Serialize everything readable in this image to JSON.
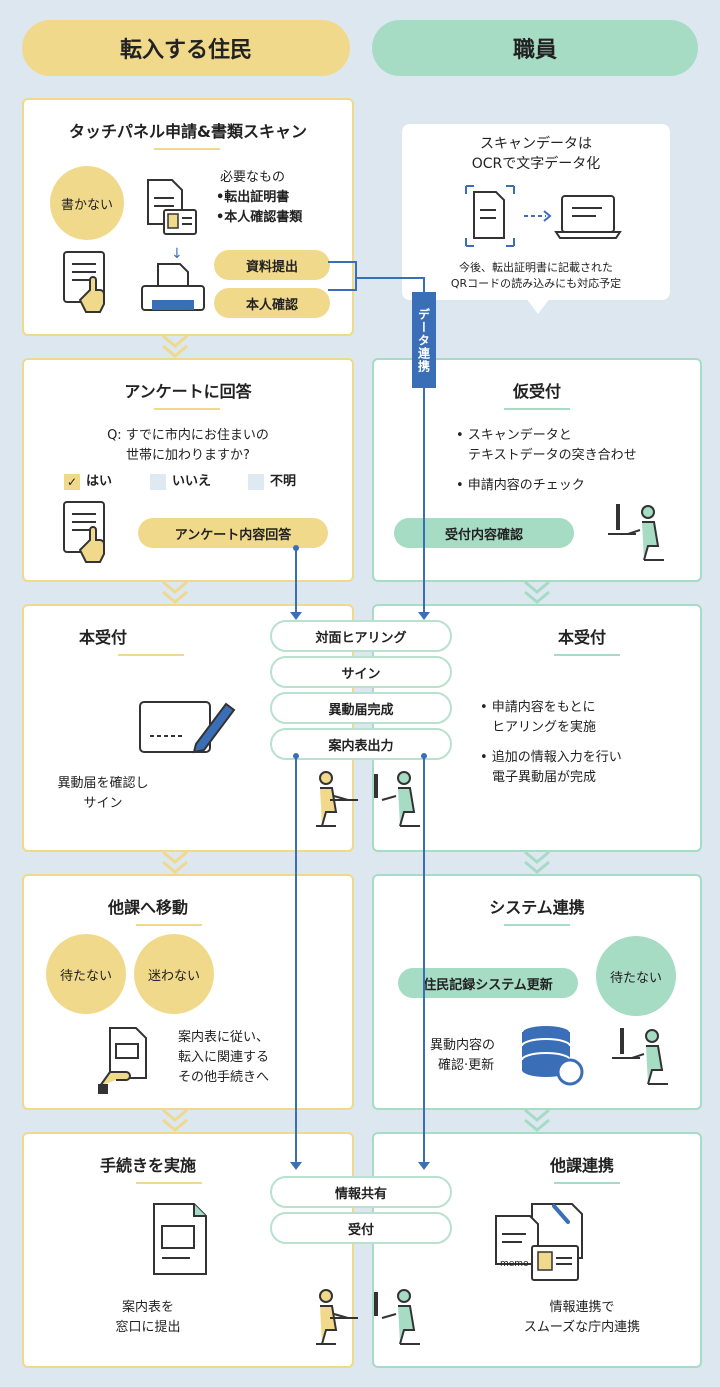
{
  "headers": {
    "resident": "転入する住民",
    "staff": "職員"
  },
  "touch_panel": {
    "title": "タッチパネル申請&書類スキャン",
    "bubble": "書かない",
    "required_label": "必要なもの",
    "required_items": [
      "•転出証明書",
      "•本人確認書類"
    ],
    "pill_docs": "資料提出",
    "pill_id": "本人確認"
  },
  "ocr": {
    "line1": "スキャンデータは",
    "line2": "OCRで文字データ化",
    "note1": "今後、転出証明書に記載された",
    "note2": "QRコードの読み込みにも対応予定"
  },
  "data_link": "データ連携",
  "survey": {
    "title": "アンケートに回答",
    "question1": "Q: すでに市内にお住まいの",
    "question2": "世帯に加わりますか?",
    "options": [
      "はい",
      "いいえ",
      "不明"
    ],
    "pill": "アンケート内容回答"
  },
  "provisional": {
    "title": "仮受付",
    "bullet1a": "• スキャンデータと",
    "bullet1b": "テキストデータの突き合わせ",
    "bullet2": "• 申請内容のチェック",
    "pill": "受付内容確認"
  },
  "main_res": {
    "title": "本受付",
    "caption1": "異動届を確認し",
    "caption2": "サイン"
  },
  "main_staff": {
    "title": "本受付",
    "bullet1a": "• 申請内容をもとに",
    "bullet1b": "ヒアリングを実施",
    "bullet2a": "• 追加の情報入力を行い",
    "bullet2b": "電子異動届が完成"
  },
  "center_pills_1": [
    "対面ヒアリング",
    "サイン",
    "異動届完成",
    "案内表出力"
  ],
  "move": {
    "title": "他課へ移動",
    "bubble1": "待たない",
    "bubble2": "迷わない",
    "text1": "案内表に従い、",
    "text2": "転入に関連する",
    "text3": "その他手続きへ"
  },
  "system": {
    "title": "システム連携",
    "pill": "住民記録システム更新",
    "bubble": "待たない",
    "text1": "異動内容の",
    "text2": "確認·更新"
  },
  "procedure": {
    "title": "手続きを実施",
    "caption1": "案内表を",
    "caption2": "窓口に提出"
  },
  "other_dept": {
    "title": "他課連携",
    "caption1": "情報連携で",
    "caption2": "スムーズな庁内連携",
    "memo": "memo"
  },
  "center_pills_2": [
    "情報共有",
    "受付"
  ],
  "colors": {
    "yellow": "#f1d98c",
    "green": "#a6dbc4",
    "blue": "#3a6fb8",
    "background": "#dde7f0"
  }
}
